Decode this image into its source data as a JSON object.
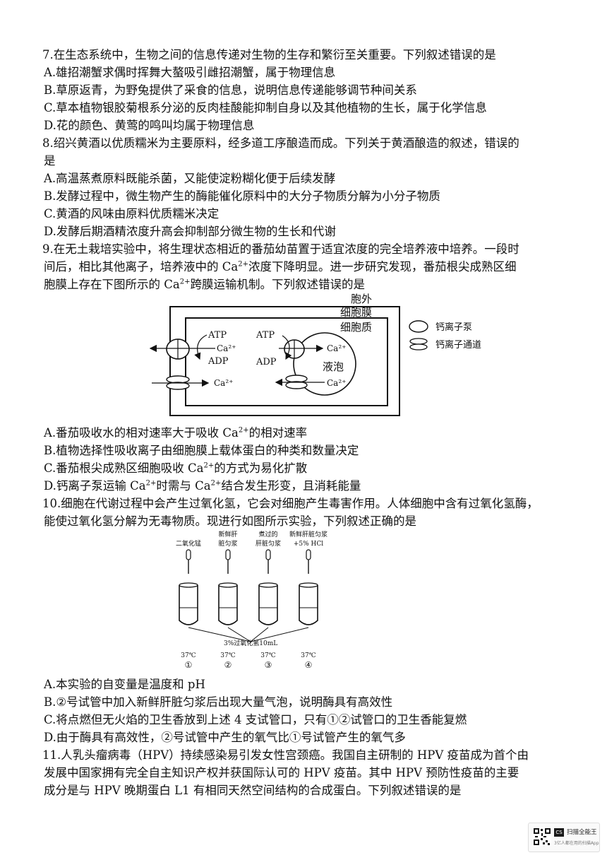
{
  "q7": {
    "stem": "7.在生态系统中，生物之间的信息传递对生物的生存和繁衍至关重要。下列叙述错误的是",
    "A": "A.雄招潮蟹求偶时挥舞大螯吸引雌招潮蟹，属于物理信息",
    "B": "B.草原返青，为野兔提供了采食的信息，说明信息传递能够调节种间关系",
    "C": "C.草本植物银胶菊根系分泌的反肉桂酸能抑制自身以及其他植物的生长，属于化学信息",
    "D": "D.花的颜色、黄莺的鸣叫均属于物理信息"
  },
  "q8": {
    "stem1": "8.绍兴黄酒以优质糯米为主要原料，经多道工序酿造而成。下列关于黄酒酿造的叙述，错误的",
    "stem2": "是",
    "A": "A.高温蒸煮原料既能杀菌，又能使淀粉糊化便于后续发酵",
    "B": "B.发酵过程中，微生物产生的酶能催化原料中的大分子物质分解为小分子物质",
    "C": "C.黄酒的风味由原料优质糯米决定",
    "D": "D.发酵后期酒精浓度升高会抑制部分微生物的生长和代谢"
  },
  "q9": {
    "stem1": "9.在无土栽培实验中，将生理状态相近的番茄幼苗置于适宜浓度的完全培养液中培养。一段时",
    "stem2a": "间后，相比其他离子，培养液中的 Ca",
    "stem2b": "浓度下降明显。进一步研究发现，番茄根尖成熟区细",
    "stem3a": "胞膜上存在下图所示的 Ca",
    "stem3b": "跨膜运输机制。下列叙述错误的是",
    "sup": "2+",
    "diagram": {
      "outside": "胞外",
      "membrane": "细胞膜",
      "cytoplasm": "细胞质",
      "vacuole": "液泡",
      "atp": "ATP",
      "adp": "ADP",
      "ca": "Ca²⁺",
      "legend_pump": "钙离子泵",
      "legend_channel": "钙离子通道"
    },
    "A1": "A.番茄吸收水的相对速率大于吸收 Ca",
    "A2": "的相对速率",
    "B": "B.植物选择性吸收离子由细胞膜上载体蛋白的种类和数量决定",
    "C1": "C.番茄根尖成熟区细胞吸收 Ca",
    "C2": "的方式为易化扩散",
    "D1": "D.钙离子泵运输 Ca",
    "D2": "时需与 Ca",
    "D3": "结合发生形变，且消耗能量"
  },
  "q10": {
    "stem1": "10.细胞在代谢过程中会产生过氧化氢，它会对细胞产生毒害作用。人体细胞中含有过氧化氢酶，",
    "stem2": "能使过氧化氢分解为无毒物质。现进行如图所示实验，下列叙述正确的是",
    "diagram": {
      "reagents": [
        {
          "line1": "",
          "line2": "二氧化锰"
        },
        {
          "line1": "新鲜肝",
          "line2": "脏匀浆"
        },
        {
          "line1": "煮过的",
          "line2": "肝脏匀浆"
        },
        {
          "line1": "新鲜肝脏匀浆",
          "line2": "+5% HCl"
        }
      ],
      "solution": "3%过氧化氢10mL",
      "temps": [
        "37℃",
        "37℃",
        "37℃",
        "37℃"
      ],
      "numbers": [
        "①",
        "②",
        "③",
        "④"
      ]
    },
    "A": "A.本实验的自变量是温度和 pH",
    "B": "B.②号试管中加入新鲜肝脏匀浆后出现大量气泡，说明酶具有高效性",
    "C": "C.将点燃但无火焰的卫生香放到上述 4 支试管口，只有①②试管口的卫生香能复燃",
    "D": "D.由于酶具有高效性，②号试管中产生的氧气比①号试管产生的氧气多"
  },
  "q11": {
    "stem1": "11.人乳头瘤病毒（HPV）持续感染易引发女性宫颈癌。我国自主研制的 HPV 疫苗成为首个由",
    "stem2": "发展中国家拥有完全自主知识产权并获国际认可的 HPV 疫苗。其中 HPV 预防性疫苗的主要",
    "stem3": "成分是与 HPV 晚期蛋白 L1 有相同天然空间结构的合成蛋白。下列叙述错误的是"
  },
  "badge": {
    "logo": "CS",
    "title": "扫描全能王",
    "sub": "3亿人都在用的扫描App"
  }
}
